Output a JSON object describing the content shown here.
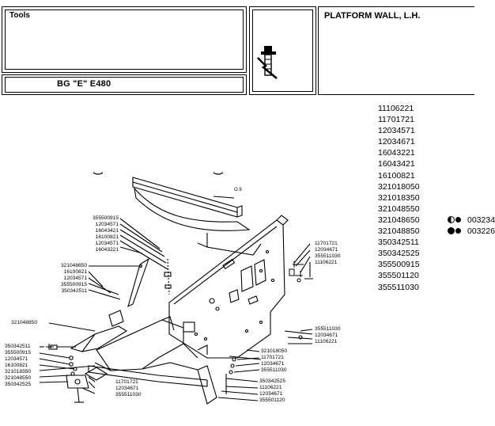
{
  "header": {
    "tools_label": "Tools",
    "model_label": "BG \"E\"  E480",
    "title": "PLATFORM WALL, L.H."
  },
  "parts": [
    {
      "code": "11106221"
    },
    {
      "code": "11701721"
    },
    {
      "code": "12034571"
    },
    {
      "code": "12034671"
    },
    {
      "code": "16043221"
    },
    {
      "code": "16043421"
    },
    {
      "code": "16100821"
    },
    {
      "code": "321018050"
    },
    {
      "code": "321018350"
    },
    {
      "code": "321048550"
    },
    {
      "code": "321048650",
      "note": "003234",
      "dot": "half"
    },
    {
      "code": "321048850",
      "note": "003226",
      "dot": "full"
    },
    {
      "code": "350342511"
    },
    {
      "code": "350342525"
    },
    {
      "code": "355500915"
    },
    {
      "code": "355501120"
    },
    {
      "code": "355511030"
    }
  ],
  "diagram": {
    "rail_label": "O.9",
    "callouts_top_left": [
      "355500915",
      "12034571",
      "16043421",
      "16100821",
      "12034571",
      "16043221"
    ],
    "callouts_mid_left": [
      "321048650",
      "16100821",
      "12034571",
      "355500915",
      "350342511"
    ],
    "callout_big_left": "321048850",
    "callouts_bottom_left": [
      "350342511",
      "355500915",
      "12034571",
      "16100821",
      "321018350",
      "321048550",
      "350342525"
    ],
    "callouts_bottom_center": [
      "11701721",
      "12034671",
      "355511030"
    ],
    "callouts_right_top": [
      "11701721",
      "12034671",
      "355511030",
      "11106221"
    ],
    "callouts_right_mid": [
      "355511030",
      "12034671",
      "11106221"
    ],
    "callouts_right_bottom": [
      "321018050",
      "11701721",
      "12034671",
      "355511030"
    ],
    "callouts_bottom_right": [
      "350342525",
      "11106221",
      "12034671",
      "355501120"
    ]
  }
}
